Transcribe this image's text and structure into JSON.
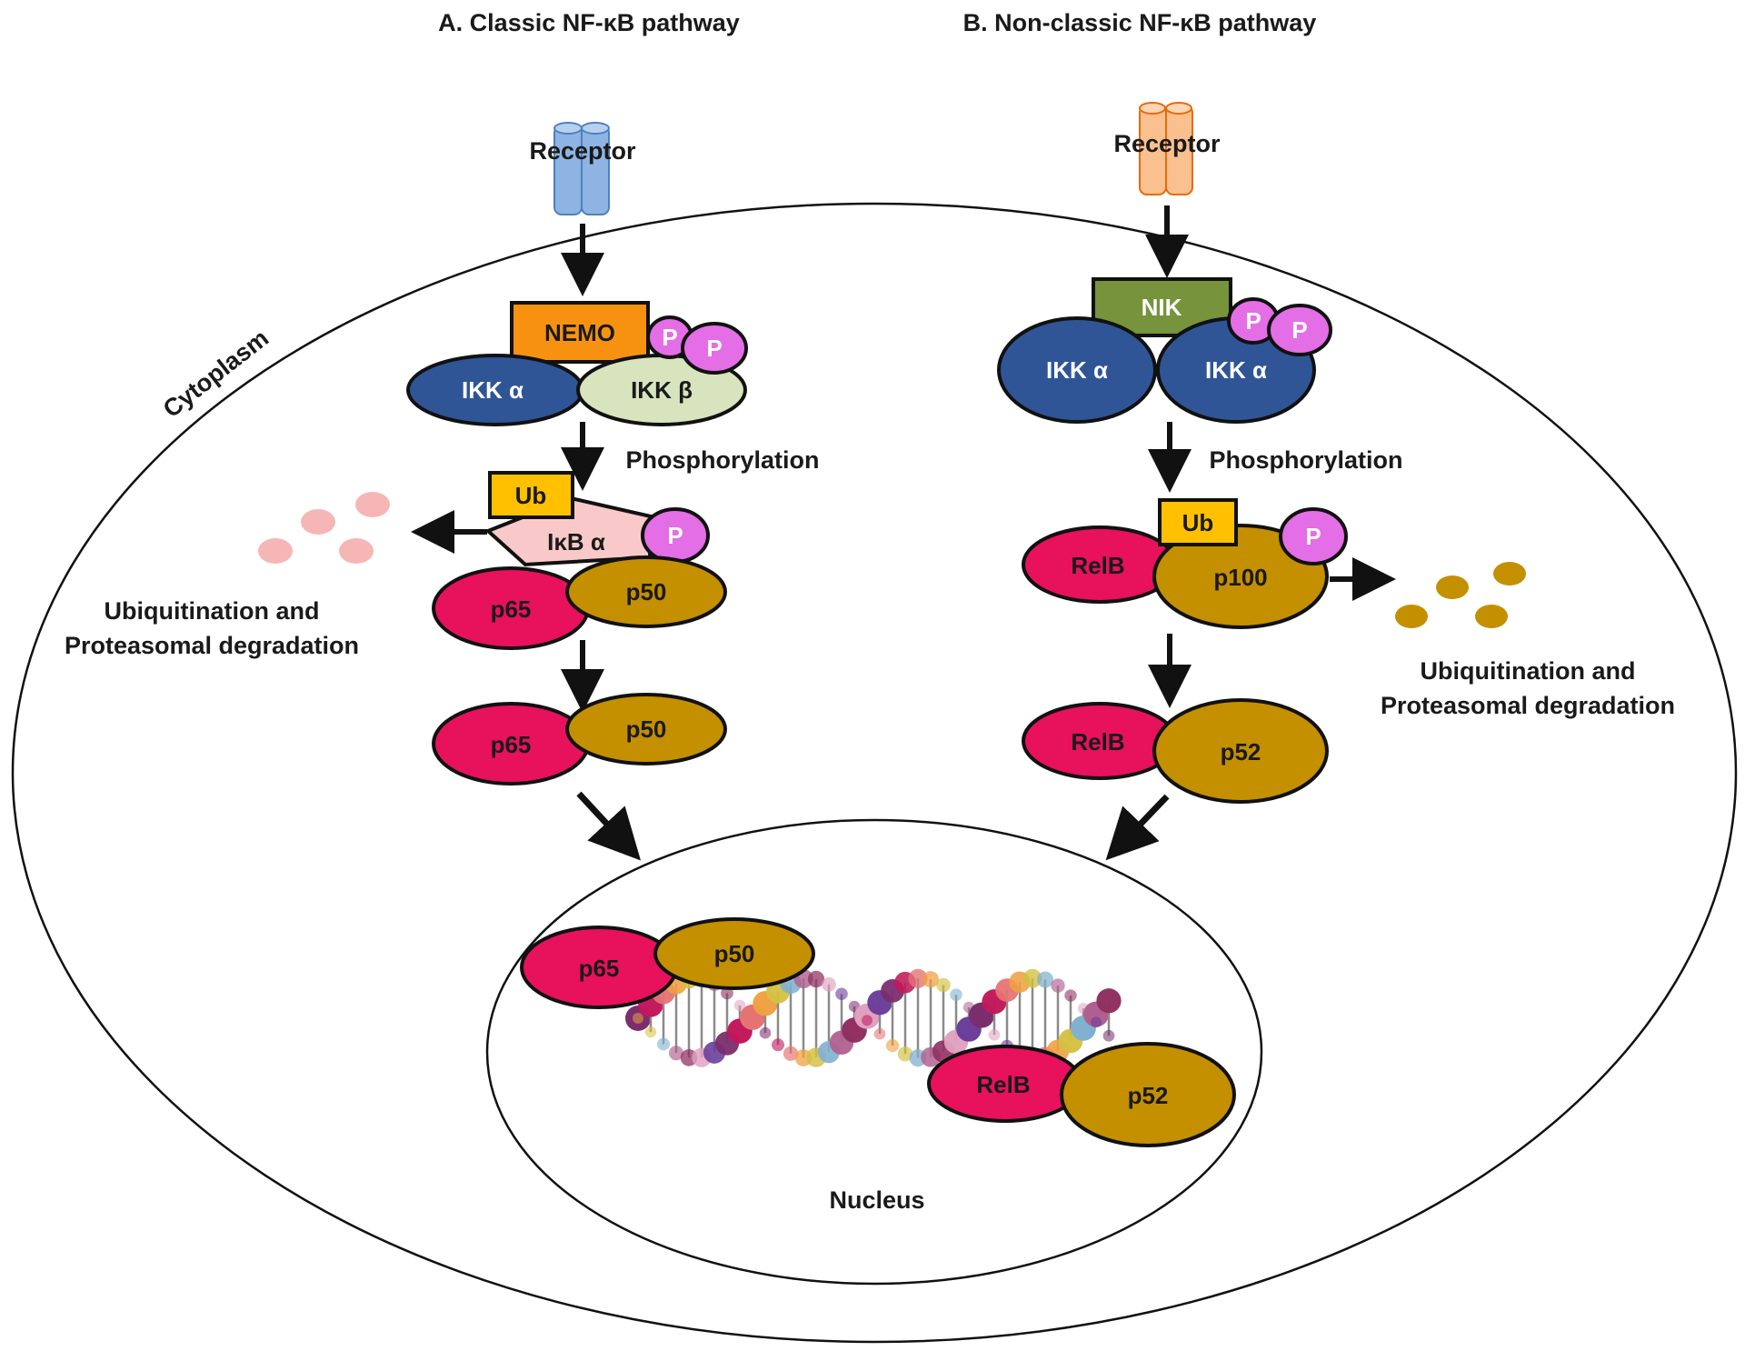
{
  "titles": {
    "classic": "A. Classic NF-κB pathway",
    "nonclassic": "B. Non-classic NF-κB pathway"
  },
  "regions": {
    "cytoplasm": "Cytoplasm",
    "nucleus": "Nucleus"
  },
  "classic": {
    "receptor": "Receptor",
    "nemo": "NEMO",
    "ikk_alpha": "IKK α",
    "ikk_beta": "IKK β",
    "p1": "P",
    "p2": "P",
    "phosphorylation": "Phosphorylation",
    "ub": "Ub",
    "ikb_alpha": "IκB α",
    "p3": "P",
    "p65_bound": "p65",
    "p50_bound": "p50",
    "p65_free": "p65",
    "p50_free": "p50",
    "degradation_line1": "Ubiquitination and",
    "degradation_line2": "Proteasomal degradation"
  },
  "nonclassic": {
    "receptor": "Receptor",
    "nik": "NIK",
    "ikk_alpha_1": "IKK α",
    "ikk_alpha_2": "IKK α",
    "p1": "P",
    "p2": "P",
    "phosphorylation": "Phosphorylation",
    "ub": "Ub",
    "p3": "P",
    "relb_bound": "RelB",
    "p100": "p100",
    "relb_free": "RelB",
    "p52_free": "p52",
    "degradation_line1": "Ubiquitination and",
    "degradation_line2": "Proteasomal degradation"
  },
  "nucleus_complexes": {
    "p65": "p65",
    "p50": "p50",
    "relb": "RelB",
    "p52": "p52"
  },
  "colors": {
    "receptor_classic": "#8eb4e3",
    "receptor_nonclassic": "#fac090",
    "nemo": "#f79210",
    "nik": "#77933c",
    "ikk_alpha": "#2f5597",
    "ikk_beta": "#d7e4bd",
    "phospho": "#e46ee6",
    "ub": "#ffc000",
    "ikb": "#f9c9c9",
    "p65_relb": "#e8115b",
    "p50_p52_p100": "#c49000",
    "fragments_classic": "#f7b6b6",
    "fragments_nonclassic": "#c49000"
  }
}
